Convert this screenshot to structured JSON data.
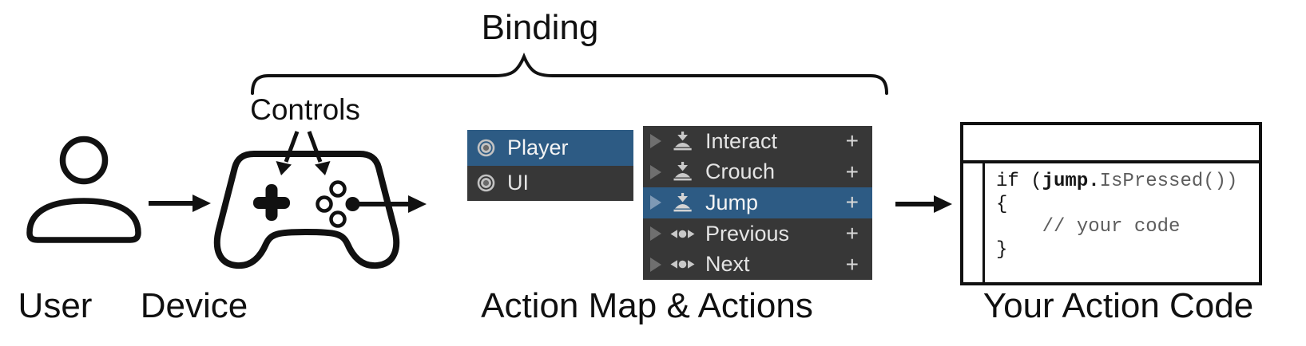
{
  "diagram": {
    "binding_label": "Binding",
    "controls_label": "Controls",
    "user_label": "User",
    "device_label": "Device",
    "action_map_label": "Action Map & Actions",
    "action_code_label": "Your Action Code"
  },
  "action_map_panel": {
    "rows": [
      {
        "label": "Player",
        "icon": "control-scheme-icon",
        "selected": true
      },
      {
        "label": "UI",
        "icon": "control-scheme-icon",
        "selected": false
      }
    ]
  },
  "actions_panel": {
    "add_label": "+",
    "rows": [
      {
        "label": "Interact",
        "icon": "button-action-icon",
        "selected": false
      },
      {
        "label": "Crouch",
        "icon": "button-action-icon",
        "selected": false
      },
      {
        "label": "Jump",
        "icon": "button-action-icon",
        "selected": true
      },
      {
        "label": "Previous",
        "icon": "axis-action-icon",
        "selected": false
      },
      {
        "label": "Next",
        "icon": "axis-action-icon",
        "selected": false
      }
    ]
  },
  "code_window": {
    "line1_keyword": "if (",
    "line1_action": "jump.",
    "line1_call": "IsPressed())",
    "line2": "{",
    "line3": "    // your code",
    "line4": "}"
  },
  "colors": {
    "selection_blue": "#2d5b84",
    "panel_dark": "#373737",
    "line_black": "#111111"
  }
}
